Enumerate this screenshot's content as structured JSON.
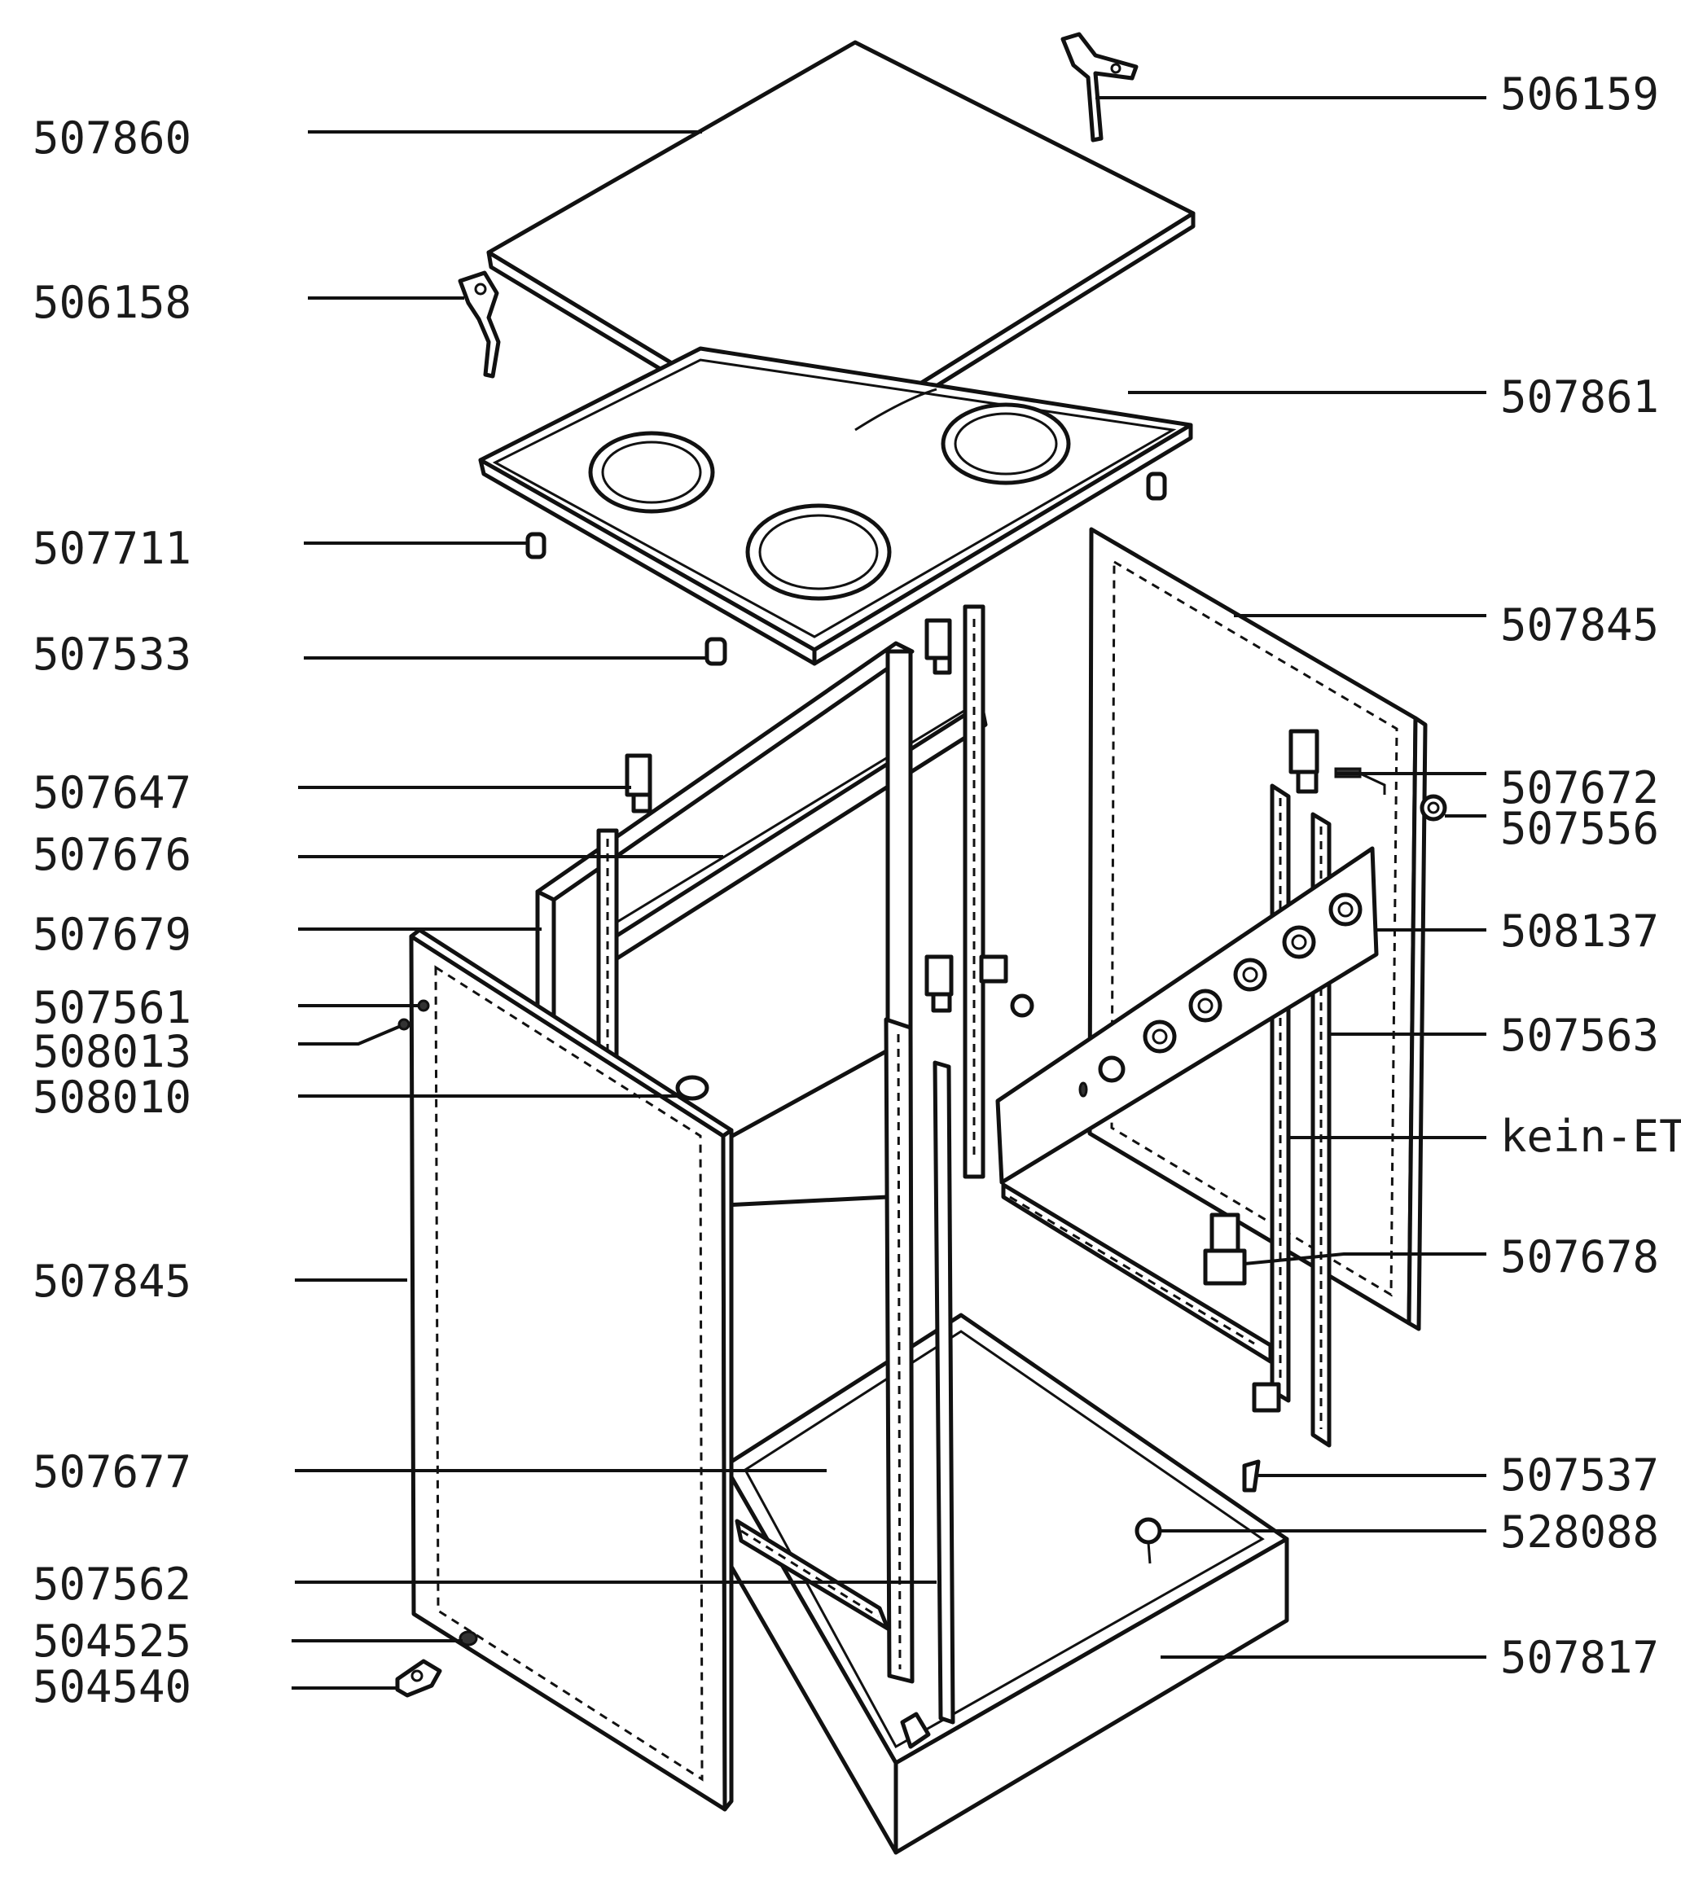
{
  "labels": {
    "l_507860": "507860",
    "l_506158": "506158",
    "l_507711": "507711",
    "l_507533": "507533",
    "l_507647": "507647",
    "l_507676": "507676",
    "l_507679": "507679",
    "l_507561": "507561",
    "l_508013": "508013",
    "l_508010": "508010",
    "l_507845_left": "507845",
    "l_507677": "507677",
    "l_507562": "507562",
    "l_504525": "504525",
    "l_504540": "504540",
    "r_506159": "506159",
    "r_507861": "507861",
    "r_507845_right": "507845",
    "r_507672": "507672",
    "r_507556": "507556",
    "r_508137": "508137",
    "r_507563": "507563",
    "r_kein_et": "kein-ET",
    "r_507678": "507678",
    "r_507537": "507537",
    "r_528088": "528088",
    "r_507817": "507817"
  }
}
